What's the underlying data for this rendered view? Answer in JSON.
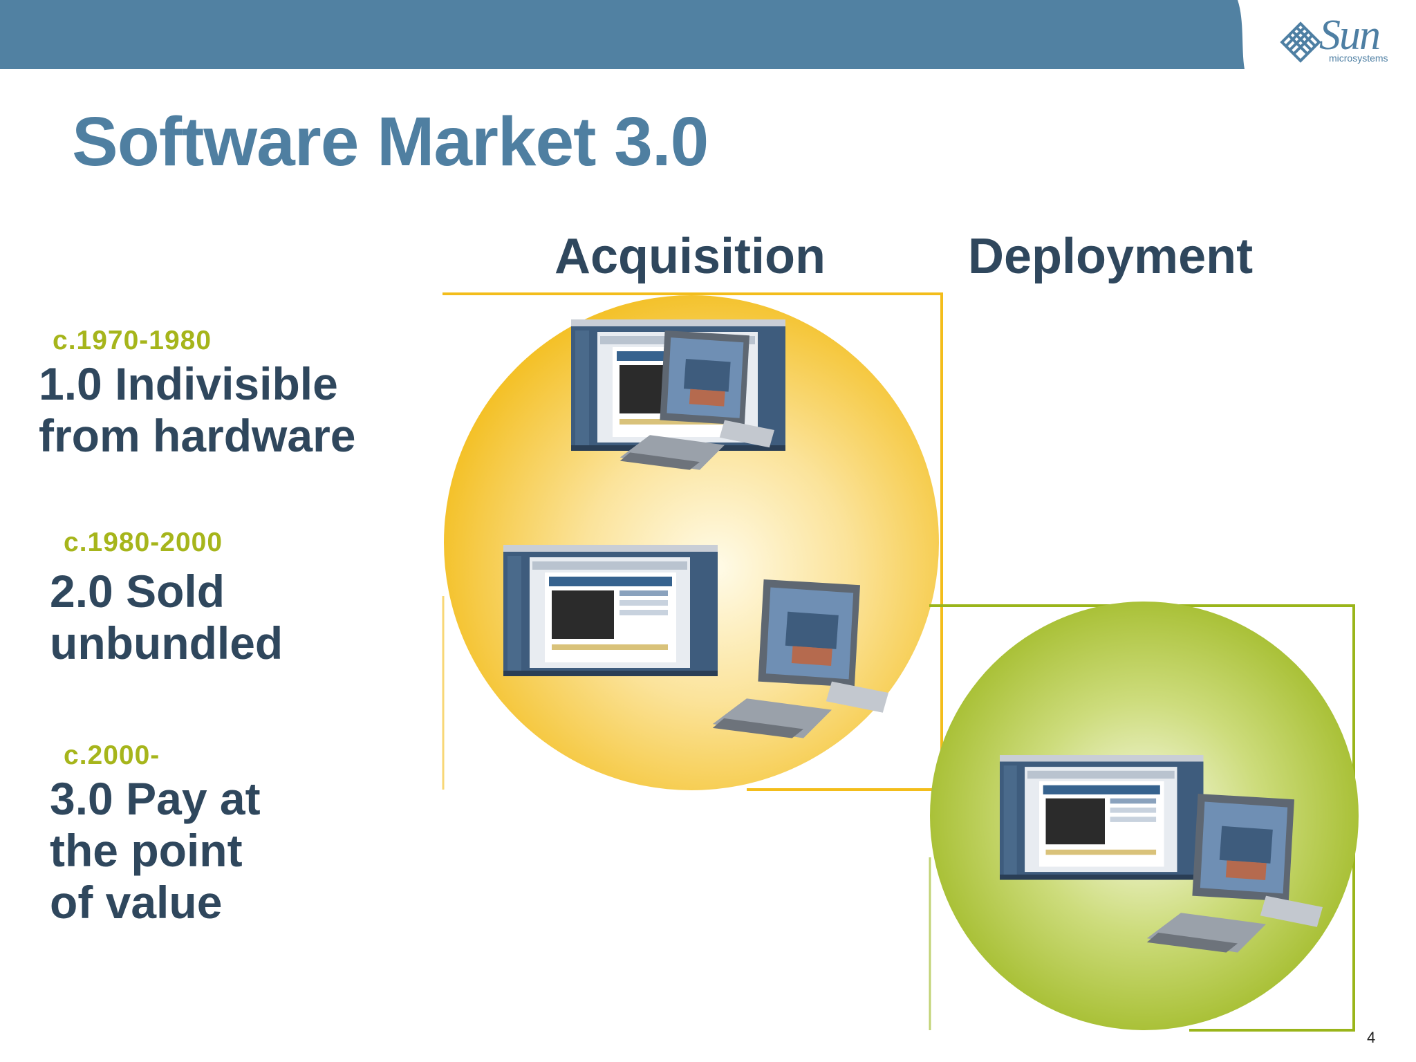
{
  "slide": {
    "title": "Software Market 3.0",
    "page_number": "4",
    "colors": {
      "header_bar": "#5181a2",
      "title": "#4f7fa1",
      "body_text": "#2f475d",
      "era_text": "#a6b51b",
      "gold": "#f3bd1b",
      "green": "#9ab51a"
    }
  },
  "logo": {
    "wordmark": "Sun",
    "tagline": "microsystems"
  },
  "columns": {
    "acquisition": "Acquisition",
    "deployment": "Deployment"
  },
  "eras": [
    {
      "years": "c.1970-1980",
      "label": "1.0 Indivisible\nfrom hardware"
    },
    {
      "years": "c.1980-2000",
      "label": "2.0 Sold\nunbundled"
    },
    {
      "years": "c.2000-",
      "label": "3.0 Pay at\nthe point\nof value"
    }
  ],
  "icons": {
    "logo": "sun-logo-icon",
    "workstation": "desktop-workstation-icon",
    "thin_client": "thin-client-icon"
  }
}
